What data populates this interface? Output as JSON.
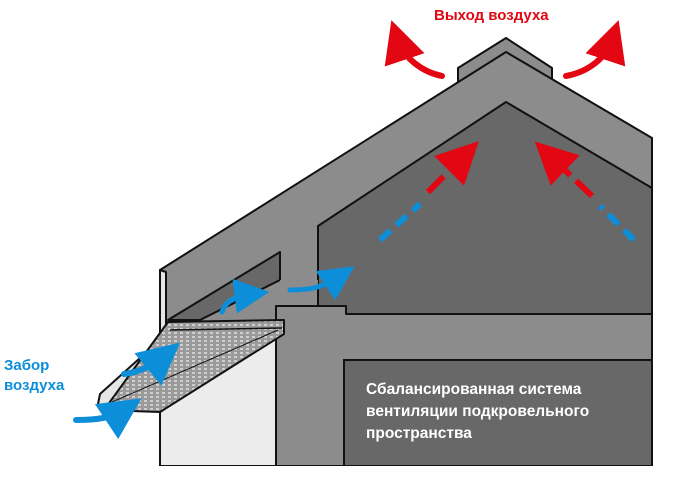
{
  "labels": {
    "air_outlet": "Выход воздуха",
    "air_intake_line1": "Забор",
    "air_intake_line2": "воздуха",
    "caption_line1": "Сбалансированная система",
    "caption_line2": "вентиляции подкровельного",
    "caption_line3": "пространства"
  },
  "colors": {
    "outlet_red": "#e30613",
    "intake_blue": "#0c8ed9",
    "roof_gray": "#8c8c8c",
    "attic_gray": "#686868",
    "wall_light": "#ececec",
    "caption_text": "#ffffff"
  }
}
